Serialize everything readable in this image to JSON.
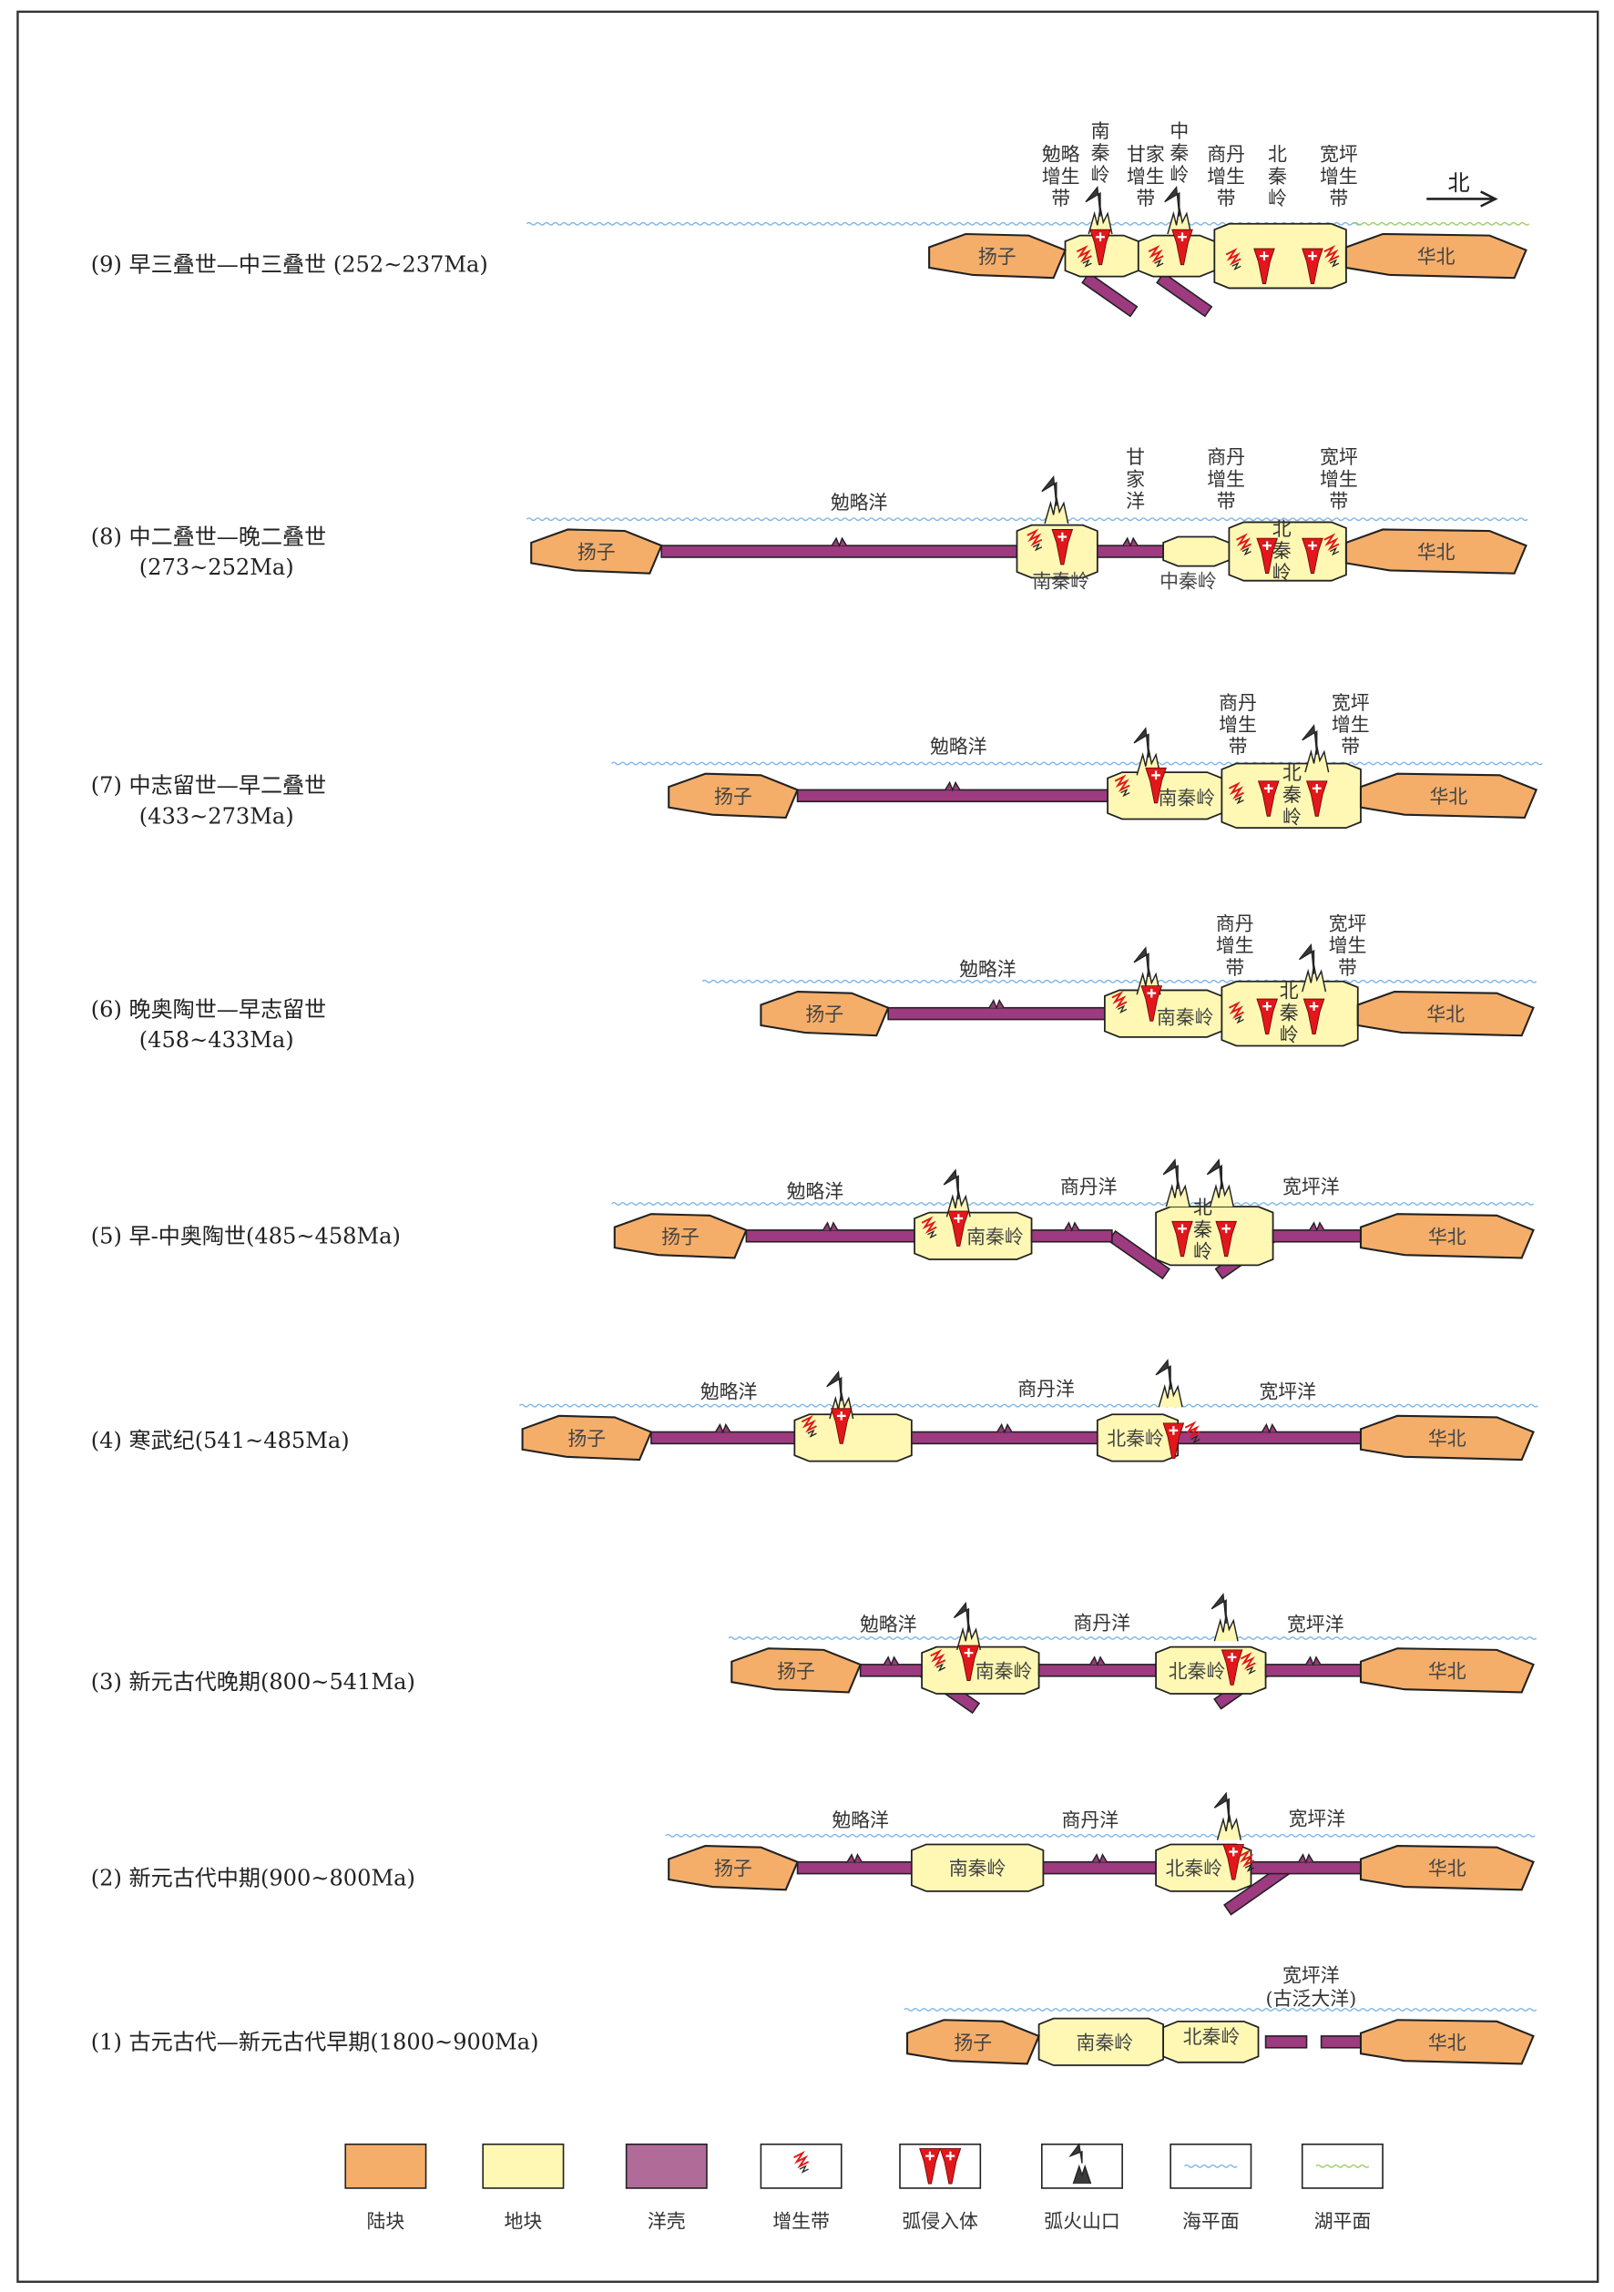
{
  "colors": {
    "land": "#f4ae6a",
    "block": "#fef8b4",
    "crust": "#9e3a80",
    "sea": "#7fb8e8",
    "lake": "#9fcf6a",
    "intrusion": "#e2171b",
    "volcano": "#3a3a3a"
  },
  "north_label": "北",
  "rows": [
    {
      "title": "(9) 早三叠世—中三叠世 (252~237Ma)",
      "subtitle": "",
      "land_left": "扬子",
      "land_right": "华北",
      "annotations": [
        "勉略增生带",
        "南秦岭",
        "甘家增生带",
        "中秦岭",
        "商丹增生带",
        "北秦岭",
        "宽坪增生带"
      ],
      "block_labels": []
    },
    {
      "title": "(8) 中二叠世—晚二叠世",
      "subtitle": "(273~252Ma)",
      "land_left": "扬子",
      "land_right": "华北",
      "annotations": [
        "勉略洋",
        "甘家洋",
        "商丹增生带",
        "宽坪增生带"
      ],
      "block_labels": [
        "南秦岭",
        "中秦岭",
        "北秦岭"
      ]
    },
    {
      "title": "(7) 中志留世—早二叠世",
      "subtitle": "(433~273Ma)",
      "land_left": "扬子",
      "land_right": "华北",
      "annotations": [
        "勉略洋",
        "商丹增生带",
        "宽坪增生带"
      ],
      "block_labels": [
        "南秦岭",
        "北秦岭"
      ]
    },
    {
      "title": "(6) 晚奥陶世—早志留世",
      "subtitle": "(458~433Ma)",
      "land_left": "扬子",
      "land_right": "华北",
      "annotations": [
        "勉略洋",
        "商丹增生带",
        "宽坪增生带"
      ],
      "block_labels": [
        "南秦岭",
        "北秦岭"
      ]
    },
    {
      "title": "(5) 早-中奥陶世(485~458Ma)",
      "subtitle": "",
      "land_left": "扬子",
      "land_right": "华北",
      "annotations": [
        "勉略洋",
        "商丹洋",
        "宽坪洋"
      ],
      "block_labels": [
        "南秦岭",
        "北秦岭"
      ]
    },
    {
      "title": "(4) 寒武纪(541~485Ma)",
      "subtitle": "",
      "land_left": "扬子",
      "land_right": "华北",
      "annotations": [
        "勉略洋",
        "商丹洋",
        "宽坪洋"
      ],
      "block_labels": [
        "北秦岭"
      ]
    },
    {
      "title": "(3) 新元古代晚期(800~541Ma)",
      "subtitle": "",
      "land_left": "扬子",
      "land_right": "华北",
      "annotations": [
        "勉略洋",
        "商丹洋",
        "宽坪洋"
      ],
      "block_labels": [
        "南秦岭",
        "北秦岭"
      ]
    },
    {
      "title": "(2) 新元古代中期(900~800Ma)",
      "subtitle": "",
      "land_left": "扬子",
      "land_right": "华北",
      "annotations": [
        "勉略洋",
        "商丹洋",
        "宽坪洋"
      ],
      "block_labels": [
        "南秦岭",
        "北秦岭"
      ]
    },
    {
      "title": "(1) 古元古代—新元古代早期(1800~900Ma)",
      "subtitle": "",
      "land_left": "扬子",
      "land_right": "华北",
      "annotations": [
        "宽坪洋",
        "(古泛大洋)"
      ],
      "block_labels": [
        "南秦岭",
        "北秦岭"
      ]
    }
  ],
  "legend": [
    {
      "label": "陆块",
      "icon": "land-swatch"
    },
    {
      "label": "地块",
      "icon": "block-swatch"
    },
    {
      "label": "洋壳",
      "icon": "oceanic-crust-swatch"
    },
    {
      "label": "增生带",
      "icon": "accretion-belt-icon"
    },
    {
      "label": "弧侵入体",
      "icon": "arc-intrusion-icon"
    },
    {
      "label": "弧火山口",
      "icon": "arc-volcano-icon"
    },
    {
      "label": "海平面",
      "icon": "sea-level-icon"
    },
    {
      "label": "湖平面",
      "icon": "lake-level-icon"
    }
  ]
}
